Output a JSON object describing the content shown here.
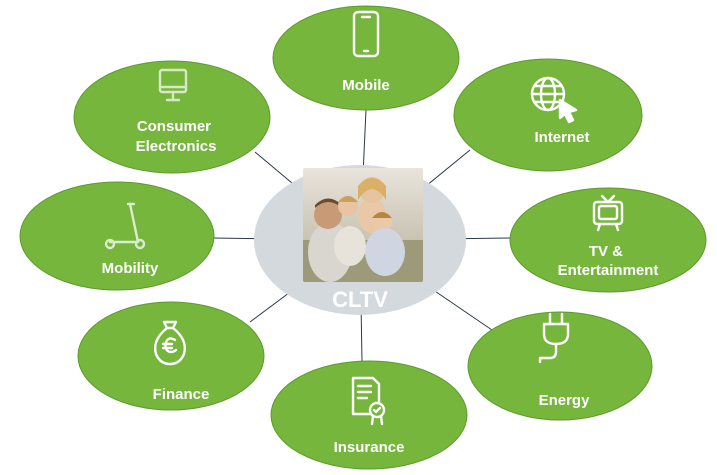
{
  "center": {
    "label": "CLTV"
  },
  "colors": {
    "node_fill": "#76b63d",
    "node_stroke": "#5e9a2c",
    "center_fill": "#d4d9de",
    "connector": "#2a3a4a",
    "text": "#ffffff"
  },
  "nodes": [
    {
      "id": "mobile",
      "icon": "smartphone-icon",
      "lines": [
        "Mobile"
      ]
    },
    {
      "id": "internet",
      "icon": "globe-cursor-icon",
      "lines": [
        "Internet"
      ]
    },
    {
      "id": "tv",
      "icon": "television-icon",
      "lines": [
        "TV &",
        "Entertainment"
      ]
    },
    {
      "id": "energy",
      "icon": "power-plug-icon",
      "lines": [
        "Energy"
      ]
    },
    {
      "id": "insurance",
      "icon": "certificate-icon",
      "lines": [
        "Insurance"
      ]
    },
    {
      "id": "finance",
      "icon": "money-bag-euro-icon",
      "lines": [
        "Finance"
      ]
    },
    {
      "id": "mobility",
      "icon": "scooter-icon",
      "lines": [
        "Mobility"
      ]
    },
    {
      "id": "electronics",
      "icon": "monitor-icon",
      "lines": [
        "Consumer",
        "Electronics"
      ]
    }
  ]
}
